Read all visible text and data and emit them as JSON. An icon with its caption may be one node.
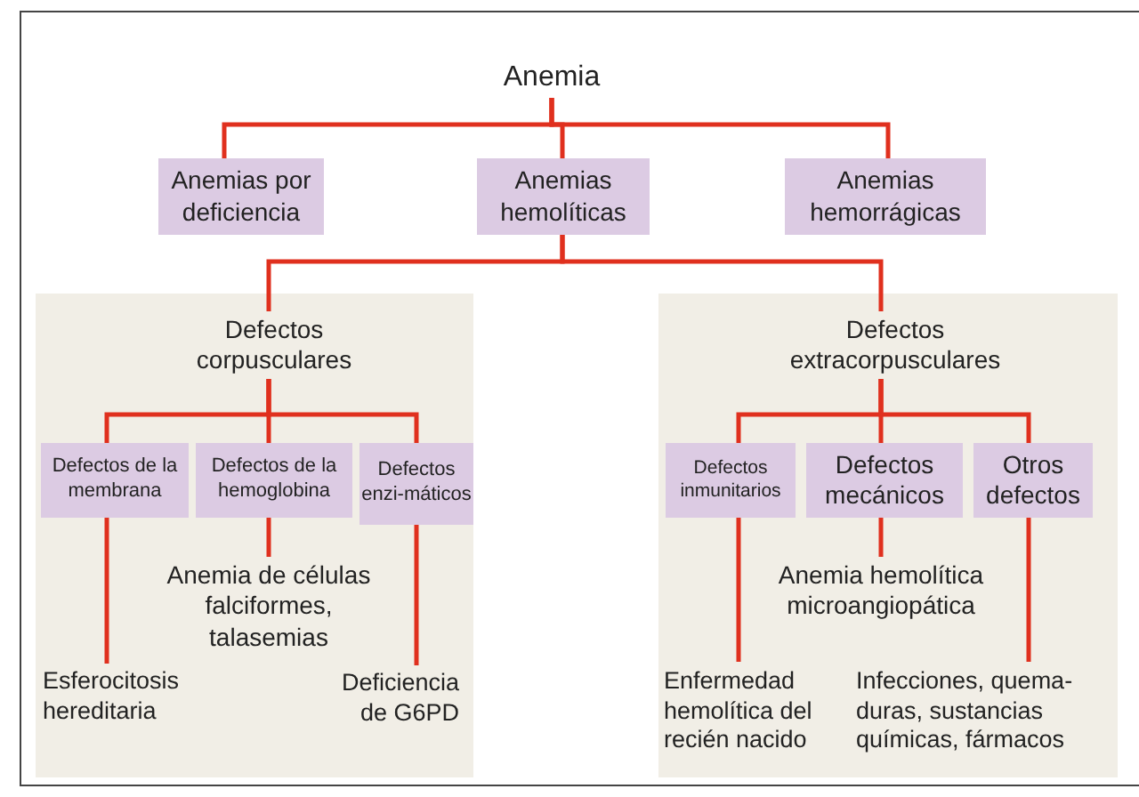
{
  "diagram": {
    "nodes": [
      {
        "text": [
          "Anemia"
        ]
      },
      {
        "text": [
          "Anemias por deficiencia"
        ]
      },
      {
        "text": [
          "Anemias hemolíticas"
        ]
      },
      {
        "text": [
          "Anemias hemorrágicas"
        ]
      },
      {
        "text": [
          "Defectos corpusculares"
        ]
      },
      {
        "text": [
          "Defectos extracorpusculares"
        ]
      },
      {
        "text": [
          "Defectos de la membrana"
        ]
      },
      {
        "text": [
          "Defectos de la hemoglobina"
        ]
      },
      {
        "text": [
          "Defectos enzi-máticos"
        ]
      },
      {
        "text": [
          "Defectos inmunitarios"
        ]
      },
      {
        "text": [
          "Defectos mecánicos"
        ]
      },
      {
        "text": [
          "Otros defectos"
        ]
      },
      {
        "text": [
          "Esferocitosis hereditaria"
        ]
      },
      {
        "text": [
          "Anemia de células falciformes, talasemias"
        ]
      },
      {
        "text": [
          "Deficiencia de G6PD"
        ]
      },
      {
        "text": [
          "Anemia hemolítica microangiopática"
        ]
      },
      {
        "text": [
          "Enfermedad hemolítica del recién nacido"
        ]
      },
      {
        "text": [
          "Infecciones, quema-duras, sustancias químicas, fármacos"
        ]
      }
    ],
    "edges": [
      {
        "from": 0,
        "to": 1,
        "arrow": "none"
      },
      {
        "from": 0,
        "to": 2,
        "arrow": "none"
      },
      {
        "from": 0,
        "to": 3,
        "arrow": "none"
      },
      {
        "from": 2,
        "to": 4,
        "arrow": "none"
      },
      {
        "from": 2,
        "to": 5,
        "arrow": "none"
      },
      {
        "from": 4,
        "to": 6,
        "arrow": "none"
      },
      {
        "from": 4,
        "to": 7,
        "arrow": "none"
      },
      {
        "from": 4,
        "to": 8,
        "arrow": "none"
      },
      {
        "from": 5,
        "to": 9,
        "arrow": "none"
      },
      {
        "from": 5,
        "to": 10,
        "arrow": "none"
      },
      {
        "from": 5,
        "to": 11,
        "arrow": "none"
      },
      {
        "from": 6,
        "to": 12,
        "arrow": "none"
      },
      {
        "from": 7,
        "to": 13,
        "arrow": "none"
      },
      {
        "from": 8,
        "to": 14,
        "arrow": "none"
      },
      {
        "from": 9,
        "to": 16,
        "arrow": "none"
      },
      {
        "from": 10,
        "to": 15,
        "arrow": "none"
      },
      {
        "from": 11,
        "to": 17,
        "arrow": "none"
      }
    ]
  }
}
